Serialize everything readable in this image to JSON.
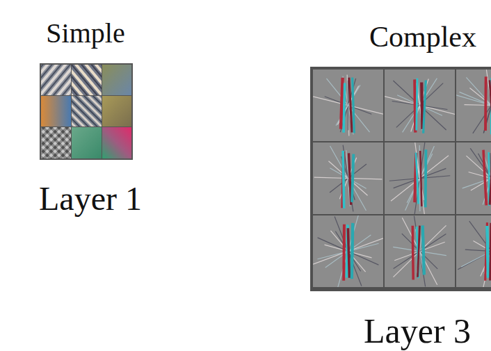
{
  "diagram": {
    "labels": [
      "Simple",
      "Complex",
      "Layer 1",
      "Layer 3"
    ]
  }
}
